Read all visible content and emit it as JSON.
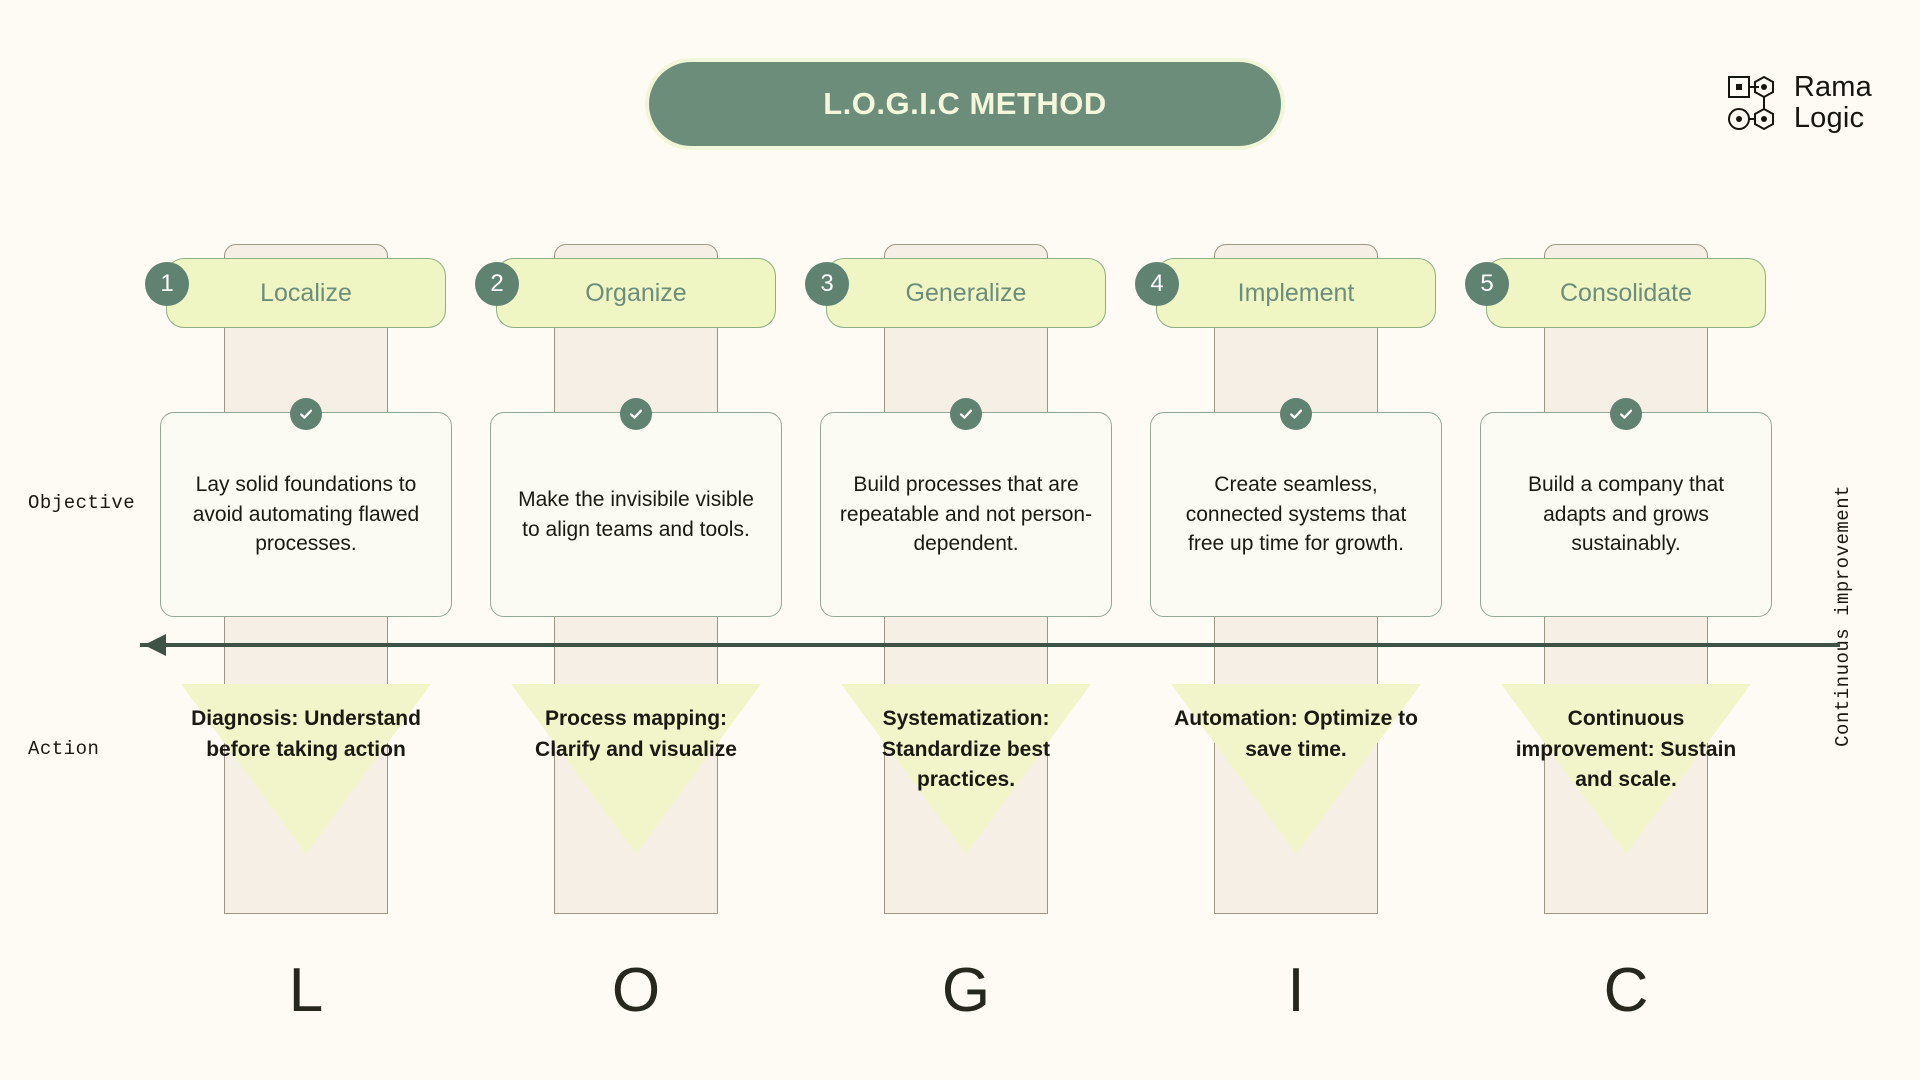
{
  "header": {
    "title": "L.O.G.I.C METHOD",
    "logo": {
      "line1": "Rama",
      "line2": "Logic",
      "mark_name": "rama-logic-node-mark"
    }
  },
  "row_labels": {
    "objective": "Objective",
    "action": "Action"
  },
  "axis": {
    "continuous_improvement": "Continuous improvement",
    "arrow_direction": "left"
  },
  "colors": {
    "page_background": "#FDFBF4",
    "brand_green": "#6D8D7B",
    "badge_green": "#5F8271",
    "chip_yellow": "#EFF6C4",
    "funnel_yellow": "#F2F5C9",
    "column_beige": "#F6EFE5",
    "card_background": "#FCFBF3",
    "card_border": "#93A795",
    "arrow_dark": "#3E5245",
    "text_dark": "#1A1A12"
  },
  "steps": [
    {
      "number": "1",
      "name": "Localize",
      "letter": "L",
      "objective": "Lay solid foundations to avoid automating flawed processes.",
      "action": "Diagnosis: Understand before taking action"
    },
    {
      "number": "2",
      "name": "Organize",
      "letter": "O",
      "objective": "Make the invisibile visible to align teams and tools.",
      "action": "Process mapping: Clarify and visualize"
    },
    {
      "number": "3",
      "name": "Generalize",
      "letter": "G",
      "objective": "Build processes that are repeatable and not person-dependent.",
      "action": "Systematization: Standardize best practices."
    },
    {
      "number": "4",
      "name": "Implement",
      "letter": "I",
      "objective": "Create seamless, connected systems that free up time for growth.",
      "action": "Automation: Optimize to save time."
    },
    {
      "number": "5",
      "name": "Consolidate",
      "letter": "C",
      "objective": "Build a company that adapts and grows sustainably.",
      "action": "Continuous improvement: Sustain and scale."
    }
  ]
}
